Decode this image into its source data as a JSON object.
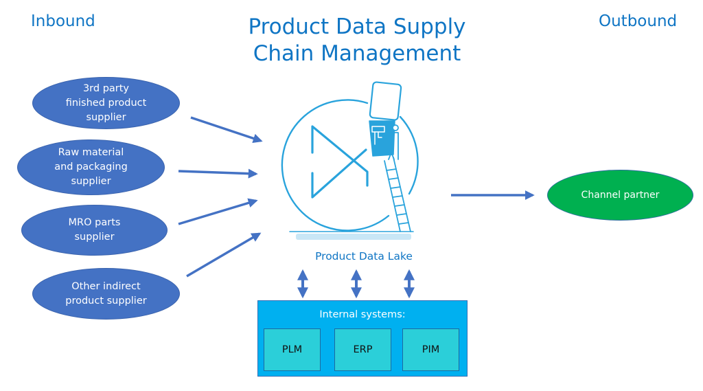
{
  "headings": {
    "inbound": "Inbound",
    "outbound": "Outbound",
    "title_line1": "Product Data Supply",
    "title_line2": "Chain Management"
  },
  "inbound_suppliers": [
    {
      "label": "3rd party\nfinished product\nsupplier"
    },
    {
      "label": "Raw material\nand packaging\nsupplier"
    },
    {
      "label": "MRO parts\nsupplier"
    },
    {
      "label": "Other indirect\nproduct supplier"
    }
  ],
  "outbound_partners": [
    {
      "label": "Channel partner"
    }
  ],
  "hub": {
    "label": "Product Data Lake",
    "logo_icon": "product-data-lake-logo"
  },
  "internal_systems": {
    "label": "Internal systems:",
    "systems": [
      "PLM",
      "ERP",
      "PIM"
    ]
  },
  "colors": {
    "heading": "#0F75C4",
    "supplier_fill": "#4472C4",
    "partner_fill": "#00B050",
    "arrow": "#4472C4",
    "logo": "#29A3DC",
    "internal_fill": "#00B0F0",
    "system_fill": "#2BCFD9"
  }
}
